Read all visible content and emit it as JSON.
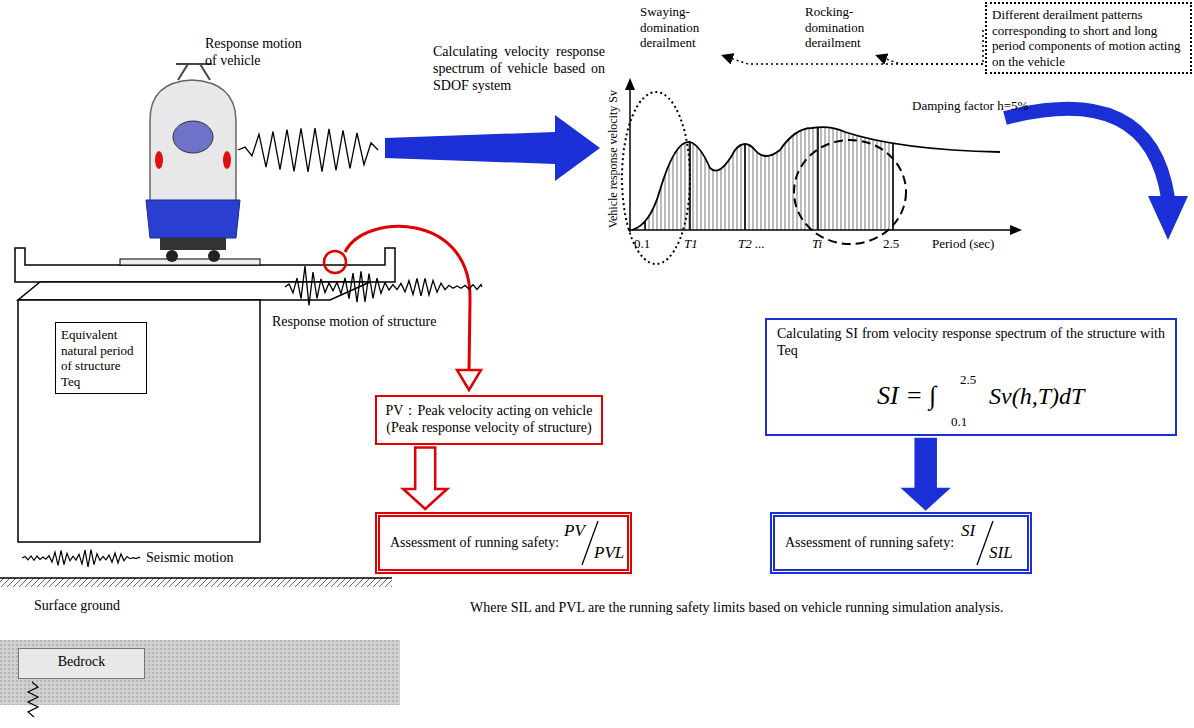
{
  "diagram": {
    "nodes": [
      {
        "text": [
          "Different derailment patterns corresponding to short and long period components of motion acting on the vehicle"
        ]
      },
      {
        "text": [
          "Equivalent natural period of structure Teq"
        ]
      },
      {
        "text": [
          "PV：Peak velocity acting on vehicle (Peak response velocity of structure)"
        ]
      },
      {
        "text": [
          "Calculating SI from velocity response spectrum of the structure with Teq",
          "SI = ∫",
          "2.5",
          "0.1",
          "Sv(h,T)dT"
        ]
      },
      {
        "text": [
          "Assessment of running safety:",
          "PV",
          "PVL"
        ]
      },
      {
        "text": [
          "Assessment of running safety:",
          "SI",
          "SIL"
        ]
      },
      {
        "text": [
          "Bedrock"
        ]
      }
    ],
    "edges": [
      {
        "from": 2,
        "to": 4,
        "arrow": "to"
      },
      {
        "from": 3,
        "to": 5,
        "arrow": "to"
      }
    ],
    "labels": [
      "Response motion of vehicle",
      "Calculating velocity response spectrum of vehicle based on SDOF system",
      "Vehicle response velocity Sv",
      "Swaying-domination derailment",
      "Rocking-domination derailment",
      "Damping factor h=5%",
      "0.1",
      "T1",
      "T2 ...",
      "Ti",
      "2.5",
      "Period (sec)",
      "Response motion of structure",
      "Seismic motion",
      "Surface ground",
      "Where SIL and PVL are the running safety limits based on vehicle running simulation analysis."
    ]
  }
}
